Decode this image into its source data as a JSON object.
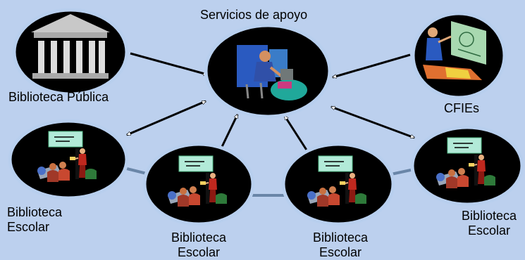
{
  "labels": {
    "support_services": "Servicios de apoyo",
    "public_library": "Biblioteca Pública",
    "cfies": "CFIEs",
    "school_library": "Biblioteca",
    "school_library_2": "Escolar"
  },
  "colors": {
    "background": "#bcd0ee",
    "node_fill": "#000000",
    "node_ring": "#b8cfee",
    "connector": "#6a86a8",
    "arrow_fill": "#ffffff"
  },
  "icons": {
    "public_library": "building-columns-icon",
    "support_services": "person-at-computer-icon",
    "cfies": "teacher-whiteboard-icon",
    "school_library": "classroom-icon"
  }
}
